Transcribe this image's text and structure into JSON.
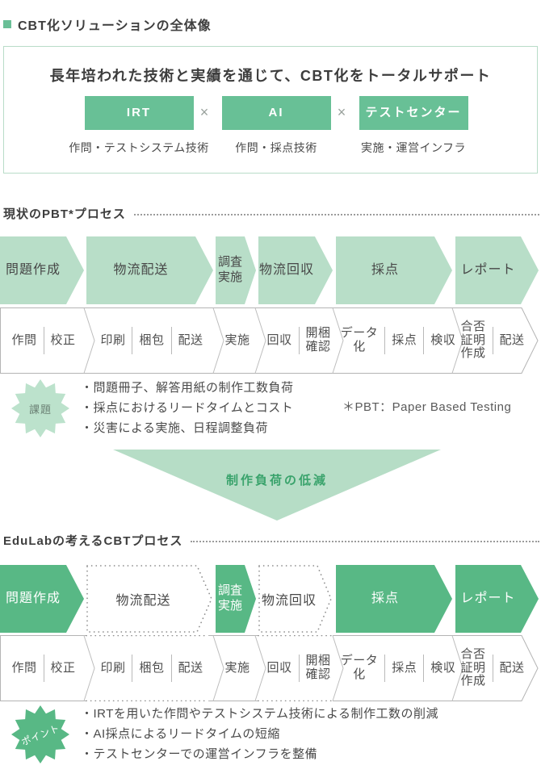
{
  "header": {
    "title": "CBT化ソリューションの全体像"
  },
  "hero": {
    "headline": "長年培われた技術と実績を通じて、CBT化をトータルサポート",
    "multiply_sign": "×",
    "pillars": [
      {
        "label": "IRT",
        "caption": "作問・テストシステム技術"
      },
      {
        "label": "AI",
        "caption": "作問・採点技術"
      },
      {
        "label": "テストセンター",
        "caption": "実施・運営インフラ"
      }
    ]
  },
  "pbt": {
    "section_title": "現状のPBT*プロセス",
    "steps": [
      "問題作成",
      "物流配送",
      "調査\n実施",
      "物流回収",
      "採点",
      "レポート"
    ],
    "substeps": [
      [
        "作問",
        "校正"
      ],
      [
        "印刷",
        "梱包",
        "配送"
      ],
      [
        "実施"
      ],
      [
        "回収",
        "開梱\n確認"
      ],
      [
        "データ\n化",
        "採点",
        "検収"
      ],
      [
        "合否\n証明\n作成",
        "配送"
      ]
    ],
    "badge": "課題",
    "issues": [
      "・問題冊子、解答用紙の制作工数負荷",
      "・採点におけるリードタイムとコスト",
      "・災害による実施、日程調整負荷"
    ],
    "footnote": "＊PBT：Paper Based Testing"
  },
  "transition": {
    "label": "制作負荷の低減"
  },
  "cbt": {
    "section_title": "EduLabの考えるCBTプロセス",
    "steps": [
      "問題作成",
      "物流配送",
      "調査\n実施",
      "物流回収",
      "採点",
      "レポート"
    ],
    "substeps": [
      [
        "作問",
        "校正"
      ],
      [
        "印刷",
        "梱包",
        "配送"
      ],
      [
        "実施"
      ],
      [
        "回収",
        "開梱\n確認"
      ],
      [
        "データ\n化",
        "採点",
        "検収"
      ],
      [
        "合否\n証明\n作成",
        "配送"
      ]
    ],
    "badge": "ポイント",
    "points": [
      "・IRTを用いた作問やテストシステム技術による制作工数の削減",
      "・AI採点によるリードタイムの短縮",
      "・テストセンターでの運営インフラを整備"
    ]
  },
  "colors": {
    "solid_green": "#58b885",
    "pillar_green": "#68c096",
    "light_green": "#b8dec8",
    "accent_text_green": "#3aa36c",
    "border_green": "#b9dcc8"
  }
}
